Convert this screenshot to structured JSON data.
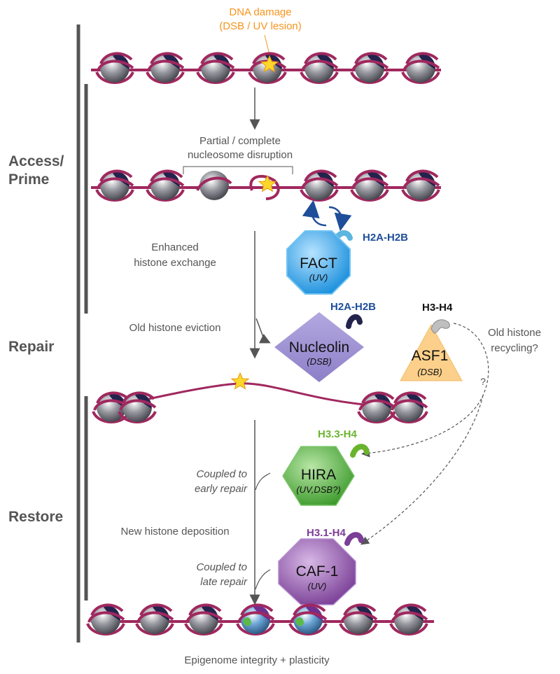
{
  "stage_labels": {
    "access": "Access/",
    "prime": "Prime",
    "repair": "Repair",
    "restore": "Restore"
  },
  "damage": {
    "line1": "DNA damage",
    "line2": "(DSB / UV lesion)"
  },
  "disruption": {
    "line1": "Partial / complete",
    "line2": "nucleosome disruption"
  },
  "exchange": {
    "line1": "Enhanced",
    "line2": "histone exchange"
  },
  "eviction": "Old histone eviction",
  "recycling": {
    "line1": "Old histone",
    "line2": "recycling?",
    "question": "?"
  },
  "deposition": "New histone deposition",
  "coupled_early": {
    "line1": "Coupled to",
    "line2": "early repair"
  },
  "coupled_late": {
    "line1": "Coupled to",
    "line2": "late repair"
  },
  "footer": "Epigenome integrity + plasticity",
  "chaperones": {
    "fact": {
      "name": "FACT",
      "context": "(UV)",
      "cargo": "H2A-H2B"
    },
    "nucleolin": {
      "name": "Nucleolin",
      "context": "(DSB)",
      "cargo": "H2A-H2B"
    },
    "asf1": {
      "name": "ASF1",
      "context": "(DSB)",
      "cargo": "H3-H4"
    },
    "hira": {
      "name": "HIRA",
      "context": "(UV,DSB?)",
      "cargo": "H3.3-H4"
    },
    "caf1": {
      "name": "CAF-1",
      "context": "(UV)",
      "cargo": "H3.1-H4"
    }
  },
  "colors": {
    "dna": "#a0285e",
    "histone": "#8e8e96",
    "histone_dark": "#2a2a55",
    "stage_bar": "#555555",
    "damage_orange": "#f7941d",
    "lesion_star": "#fdd72a",
    "fact_blue": "#3fa9f5",
    "nucleolin_purple": "#9d8fd1",
    "asf1_peach": "#fcd08a",
    "hira_green": "#5cb947",
    "caf1_purple": "#8a4fa5",
    "h2a_blue": "#1f4e9a",
    "h33_green": "#6ab42d",
    "h31_purple": "#7a3f96"
  }
}
